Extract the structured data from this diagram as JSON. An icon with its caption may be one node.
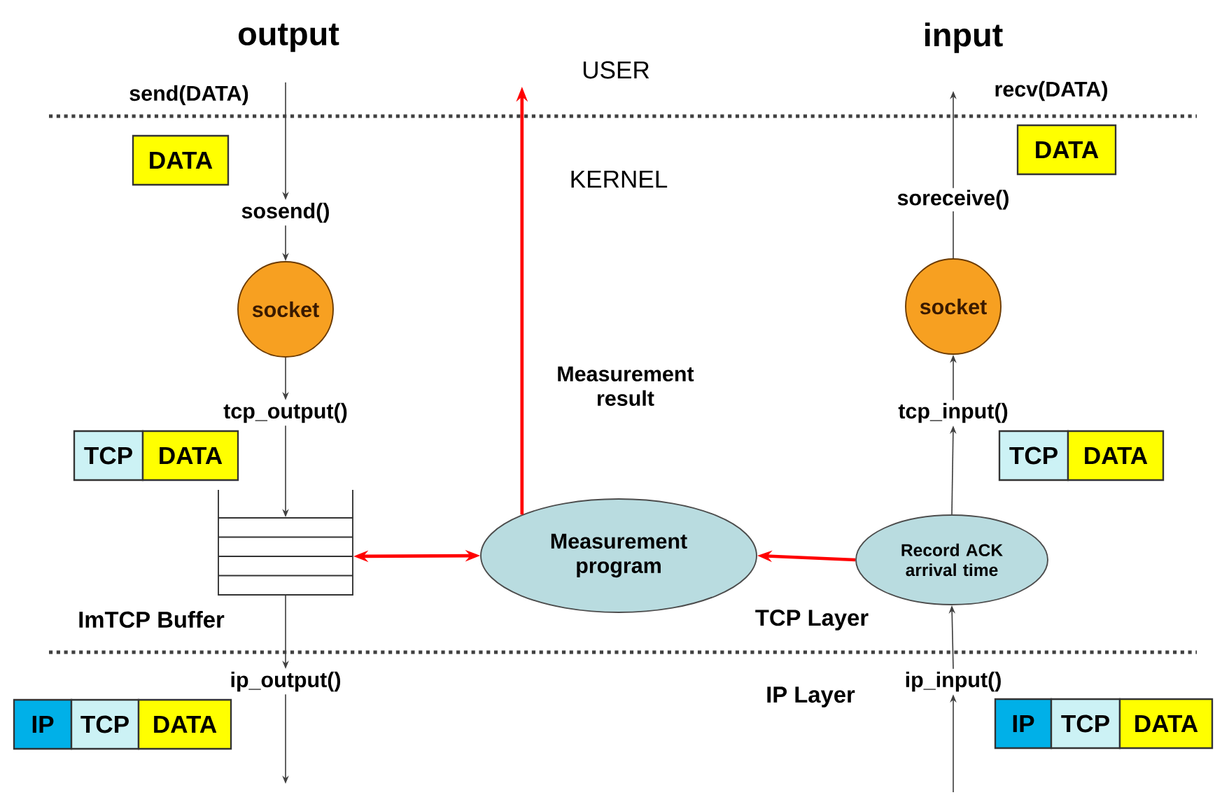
{
  "diagram": {
    "nodes": [
      {
        "text": [
          "send(DATA)"
        ]
      },
      {
        "text": [
          "recv(DATA)"
        ]
      },
      {
        "text": [
          "DATA"
        ]
      },
      {
        "text": [
          "DATA"
        ]
      },
      {
        "text": [
          "sosend()"
        ]
      },
      {
        "text": [
          "socket"
        ]
      },
      {
        "text": [
          "socket"
        ]
      },
      {
        "text": [
          "tcp_output()"
        ]
      },
      {
        "text": [
          "tcp_input()"
        ]
      },
      {
        "text": [
          "TCP"
        ]
      },
      {
        "text": [
          "DATA"
        ]
      },
      {
        "text": [
          "TCP"
        ]
      },
      {
        "text": [
          "DATA"
        ]
      },
      {
        "text": [],
        "shape": "box",
        "beside": [
          "ImTCP Buffer"
        ]
      },
      {
        "text": [
          "Measurement program"
        ]
      },
      {
        "text": [
          "Record ACK arrival time"
        ]
      },
      {
        "text": [
          "ip_output()"
        ]
      },
      {
        "text": [
          "ip_input()"
        ]
      },
      {
        "text": [
          "IP"
        ]
      },
      {
        "text": [
          "TCP"
        ]
      },
      {
        "text": [
          "DATA"
        ]
      },
      {
        "text": [
          "IP"
        ]
      },
      {
        "text": [
          "TCP"
        ]
      },
      {
        "text": [
          "DATA"
        ]
      }
    ],
    "edges": [
      {
        "from": 0,
        "to": 4,
        "arrow": "to"
      },
      {
        "from": 4,
        "to": 5,
        "arrow": "to"
      },
      {
        "from": 5,
        "to": 7,
        "arrow": "to"
      },
      {
        "from": 7,
        "to": 13,
        "arrow": "to"
      },
      {
        "from": 13,
        "to": 16,
        "arrow": "to"
      },
      {
        "from": 16,
        "to": null,
        "arrow": "to"
      },
      {
        "from": null,
        "to": 17,
        "arrow": "to"
      },
      {
        "from": 17,
        "to": 15,
        "arrow": "to"
      },
      {
        "from": 15,
        "to": 8,
        "arrow": "to"
      },
      {
        "from": 8,
        "to": 6,
        "arrow": "to"
      },
      {
        "from": 6,
        "to": 1,
        "arrow": "to",
        "label": "soreceive()"
      },
      {
        "from": 14,
        "to": null,
        "arrow": "to",
        "label": "Measurement result",
        "style": "thick",
        "color": "#ff0000"
      },
      {
        "from": 13,
        "to": 14,
        "arrow": "both",
        "style": "thick",
        "color": "#ff0000"
      },
      {
        "from": 15,
        "to": 14,
        "arrow": "to",
        "style": "thick",
        "color": "#ff0000"
      }
    ],
    "labels": [
      "output",
      "input",
      "USER",
      "KERNEL",
      "TCP Layer",
      "IP Layer"
    ]
  }
}
